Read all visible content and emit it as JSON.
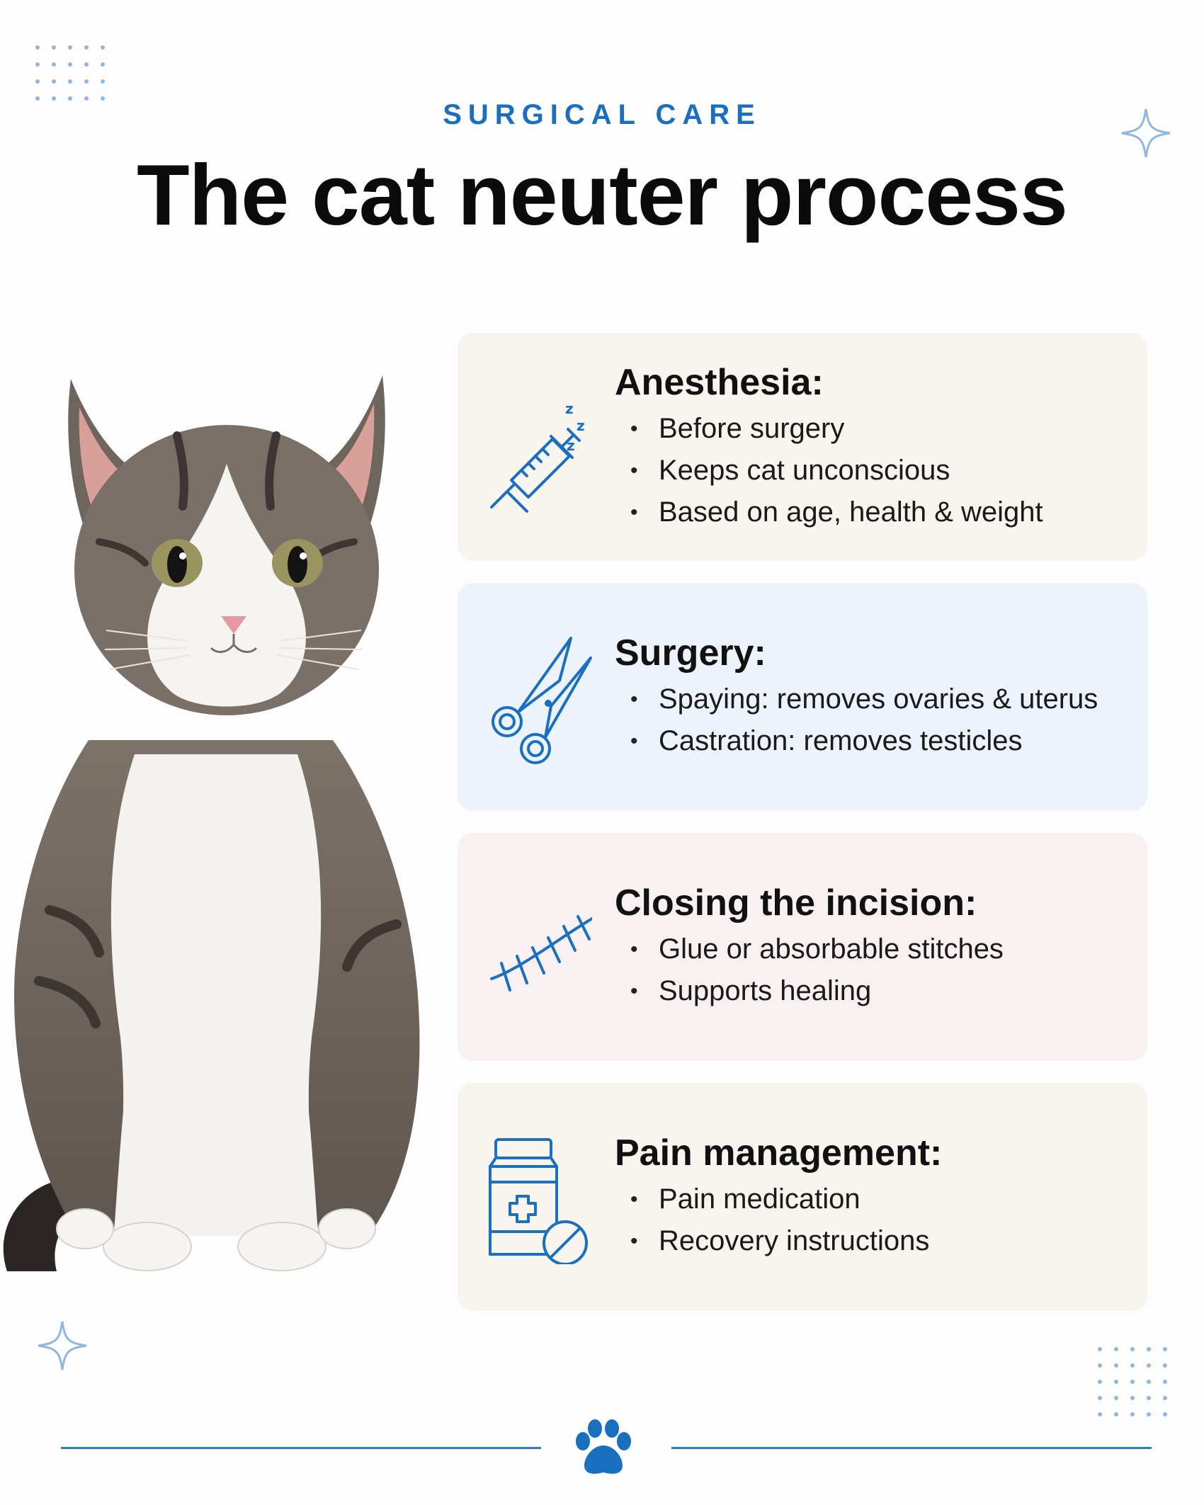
{
  "header": {
    "eyebrow": "SURGICAL CARE",
    "title": "The cat neuter process"
  },
  "colors": {
    "accent": "#1a6fc0",
    "card_beige": "#f8f4ee",
    "card_blue": "#edf3fa",
    "card_pink": "#f9f1f1"
  },
  "cards": [
    {
      "icon": "syringe-icon",
      "title": "Anesthesia:",
      "bullets": [
        "Before surgery",
        "Keeps cat unconscious",
        "Based on age, health & weight"
      ]
    },
    {
      "icon": "scissors-icon",
      "title": "Surgery:",
      "bullets": [
        "Spaying: removes ovaries & uterus",
        "Castration: removes testicles"
      ]
    },
    {
      "icon": "stitches-icon",
      "title": "Closing the incision:",
      "bullets": [
        "Glue or absorbable stitches",
        "Supports healing"
      ]
    },
    {
      "icon": "medicine-bottle-icon",
      "title": "Pain management:",
      "bullets": [
        "Pain medication",
        "Recovery instructions"
      ]
    }
  ],
  "footer": {
    "icon": "paw-icon"
  }
}
